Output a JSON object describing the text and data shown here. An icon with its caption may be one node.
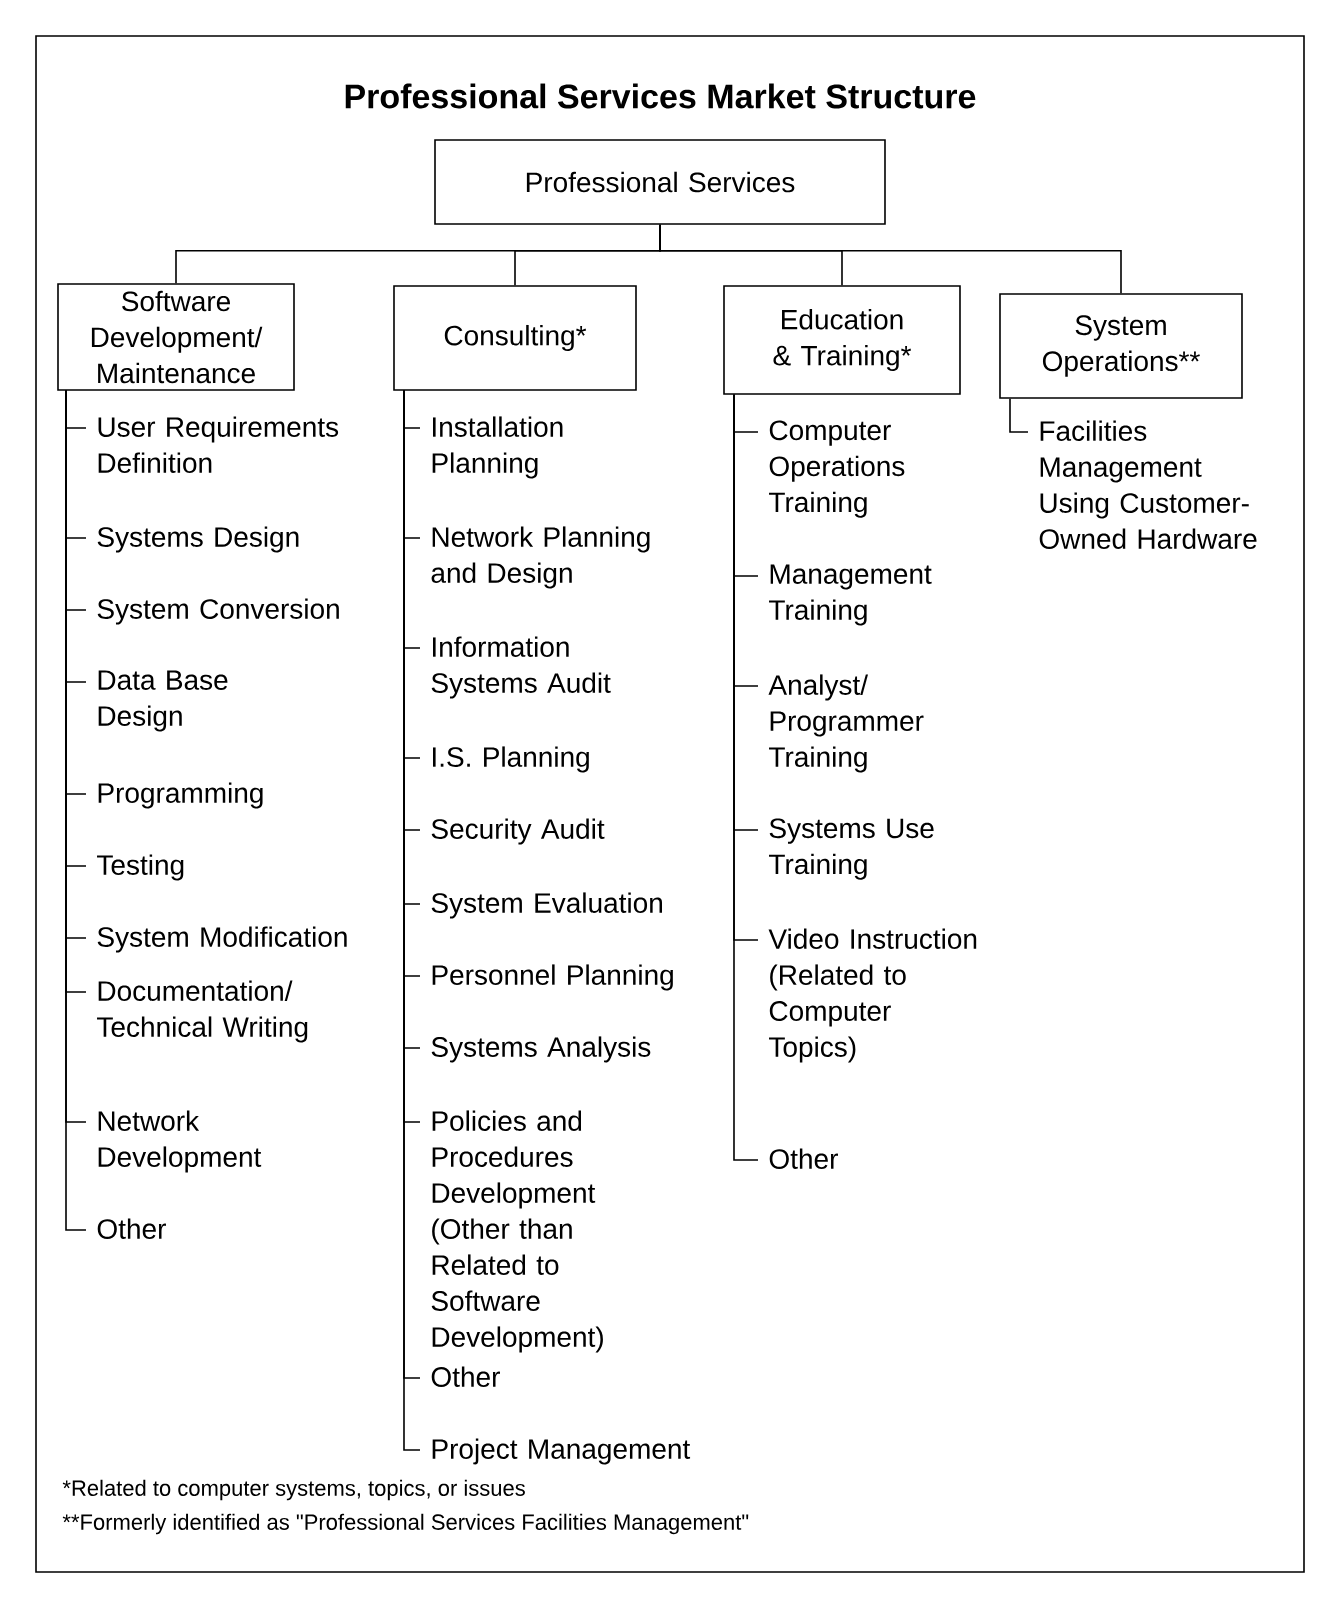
{
  "diagram": {
    "title": "Professional Services Market Structure",
    "nodes": [
      {
        "text": [
          "Professional Services"
        ]
      },
      {
        "text": [
          "Software Development/ Maintenance"
        ]
      },
      {
        "text": [
          "Consulting*"
        ]
      },
      {
        "text": [
          "Education & Training*"
        ]
      },
      {
        "text": [
          "System Operations**"
        ]
      },
      {
        "text": [
          "User Requirements Definition"
        ]
      },
      {
        "text": [
          "Systems Design"
        ]
      },
      {
        "text": [
          "System Conversion"
        ]
      },
      {
        "text": [
          "Data Base Design"
        ]
      },
      {
        "text": [
          "Programming"
        ]
      },
      {
        "text": [
          "Testing"
        ]
      },
      {
        "text": [
          "System Modification"
        ]
      },
      {
        "text": [
          "Documentation/ Technical Writing"
        ]
      },
      {
        "text": [
          "Network Development"
        ]
      },
      {
        "text": [
          "Other"
        ]
      },
      {
        "text": [
          "Installation Planning"
        ]
      },
      {
        "text": [
          "Network Planning and Design"
        ]
      },
      {
        "text": [
          "Information Systems Audit"
        ]
      },
      {
        "text": [
          "I.S. Planning"
        ]
      },
      {
        "text": [
          "Security Audit"
        ]
      },
      {
        "text": [
          "System Evaluation"
        ]
      },
      {
        "text": [
          "Personnel Planning"
        ]
      },
      {
        "text": [
          "Systems Analysis"
        ]
      },
      {
        "text": [
          "Policies and Procedures Development (Other than Related to Software Development)"
        ]
      },
      {
        "text": [
          "Other"
        ]
      },
      {
        "text": [
          "Project Management"
        ]
      },
      {
        "text": [
          "Computer Operations Training"
        ]
      },
      {
        "text": [
          "Management Training"
        ]
      },
      {
        "text": [
          "Analyst/ Programmer Training"
        ]
      },
      {
        "text": [
          "Systems Use Training"
        ]
      },
      {
        "text": [
          "Video Instruction (Related to Computer Topics)"
        ]
      },
      {
        "text": [
          "Other"
        ]
      },
      {
        "text": [
          "Facilities Management Using Customer-Owned Hardware"
        ]
      }
    ],
    "edges": [
      {
        "from": 0,
        "to": 1,
        "arrow": "none"
      },
      {
        "from": 0,
        "to": 2,
        "arrow": "none"
      },
      {
        "from": 0,
        "to": 3,
        "arrow": "none"
      },
      {
        "from": 0,
        "to": 4,
        "arrow": "none"
      },
      {
        "from": 1,
        "to": 5,
        "arrow": "none"
      },
      {
        "from": 1,
        "to": 6,
        "arrow": "none"
      },
      {
        "from": 1,
        "to": 7,
        "arrow": "none"
      },
      {
        "from": 1,
        "to": 8,
        "arrow": "none"
      },
      {
        "from": 1,
        "to": 9,
        "arrow": "none"
      },
      {
        "from": 1,
        "to": 10,
        "arrow": "none"
      },
      {
        "from": 1,
        "to": 11,
        "arrow": "none"
      },
      {
        "from": 1,
        "to": 12,
        "arrow": "none"
      },
      {
        "from": 1,
        "to": 13,
        "arrow": "none"
      },
      {
        "from": 1,
        "to": 14,
        "arrow": "none"
      },
      {
        "from": 2,
        "to": 15,
        "arrow": "none"
      },
      {
        "from": 2,
        "to": 16,
        "arrow": "none"
      },
      {
        "from": 2,
        "to": 17,
        "arrow": "none"
      },
      {
        "from": 2,
        "to": 18,
        "arrow": "none"
      },
      {
        "from": 2,
        "to": 19,
        "arrow": "none"
      },
      {
        "from": 2,
        "to": 20,
        "arrow": "none"
      },
      {
        "from": 2,
        "to": 21,
        "arrow": "none"
      },
      {
        "from": 2,
        "to": 22,
        "arrow": "none"
      },
      {
        "from": 2,
        "to": 23,
        "arrow": "none"
      },
      {
        "from": 2,
        "to": 24,
        "arrow": "none"
      },
      {
        "from": 2,
        "to": 25,
        "arrow": "none"
      },
      {
        "from": 3,
        "to": 26,
        "arrow": "none"
      },
      {
        "from": 3,
        "to": 27,
        "arrow": "none"
      },
      {
        "from": 3,
        "to": 28,
        "arrow": "none"
      },
      {
        "from": 3,
        "to": 29,
        "arrow": "none"
      },
      {
        "from": 3,
        "to": 30,
        "arrow": "none"
      },
      {
        "from": 3,
        "to": 31,
        "arrow": "none"
      },
      {
        "from": 4,
        "to": 32,
        "arrow": "none"
      }
    ],
    "labels": [
      "*Related to computer systems, topics, or  issues",
      "**Formerly identified as \"Professional Services Facilities Management\""
    ]
  }
}
